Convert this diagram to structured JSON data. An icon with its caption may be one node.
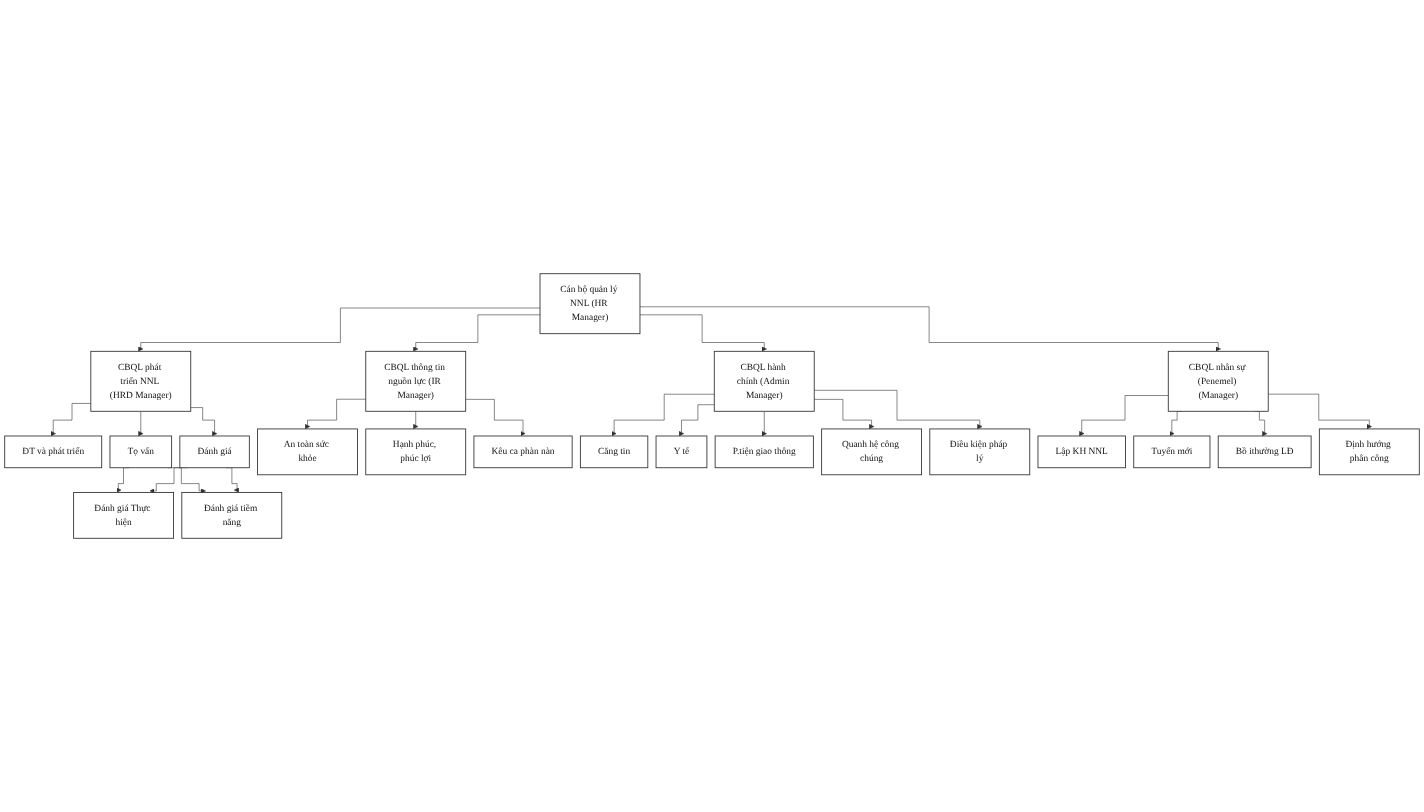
{
  "diagram": {
    "nodes": [
      {
        "text": [
          "Cán bộ quản lý NNL (HR Manager)"
        ]
      },
      {
        "text": [
          "CBQL hành chính (Admin Manager)"
        ]
      },
      {
        "text": [
          "CBQL phát triển NNL (HRD Manager)"
        ]
      },
      {
        "text": [
          "CBQL nhân sự (Penemel) (Manager)"
        ]
      },
      {
        "text": [
          "CBQL thông tin nguồn lực (IR Manager)"
        ]
      },
      {
        "text": [
          "ĐT và phát triển"
        ]
      },
      {
        "text": [
          "Tọ vấn"
        ]
      },
      {
        "text": [
          "Đánh giá"
        ]
      },
      {
        "text": [
          "An toàn sức khỏe"
        ]
      },
      {
        "text": [
          "Hạnh phúc, phúc lợi"
        ]
      },
      {
        "text": [
          "Kêu ca phàn nàn"
        ]
      },
      {
        "text": [
          "Đánh giá Thực hiện"
        ]
      },
      {
        "text": [
          "Đánh giá tiềm năng"
        ]
      },
      {
        "text": [
          "Căng tin"
        ]
      },
      {
        "text": [
          "Y tế"
        ]
      },
      {
        "text": [
          "P.tiện giao thông"
        ]
      },
      {
        "text": [
          "Quanh hệ công chúng"
        ]
      },
      {
        "text": [
          "Điều kiện pháp lý"
        ]
      },
      {
        "text": [
          "Lập KH NNL"
        ]
      },
      {
        "text": [
          "Tuyển mới"
        ]
      },
      {
        "text": [
          "Bồ ithường LĐ"
        ]
      },
      {
        "text": [
          "Định hướng phân công"
        ]
      }
    ],
    "edges": [
      {
        "from": 0,
        "to": 1,
        "arrow": "to"
      },
      {
        "from": 0,
        "to": 2,
        "arrow": "to"
      },
      {
        "from": 0,
        "to": 3,
        "arrow": "to"
      },
      {
        "from": 0,
        "to": 4,
        "arrow": "to"
      },
      {
        "from": 2,
        "to": 5,
        "arrow": "to"
      },
      {
        "from": 2,
        "to": 6,
        "arrow": "to"
      },
      {
        "from": 2,
        "to": 7,
        "arrow": "to"
      },
      {
        "from": 4,
        "to": 8,
        "arrow": "to"
      },
      {
        "from": 4,
        "to": 9,
        "arrow": "to"
      },
      {
        "from": 4,
        "to": 10,
        "arrow": "to"
      },
      {
        "from": 6,
        "to": 11,
        "arrow": "to"
      },
      {
        "from": 6,
        "to": 12,
        "arrow": "to"
      },
      {
        "from": 7,
        "to": 11,
        "arrow": "to"
      },
      {
        "from": 7,
        "to": 12,
        "arrow": "to"
      },
      {
        "from": 1,
        "to": 13,
        "arrow": "to"
      },
      {
        "from": 1,
        "to": 14,
        "arrow": "to"
      },
      {
        "from": 1,
        "to": 15,
        "arrow": "to"
      },
      {
        "from": 1,
        "to": 16,
        "arrow": "to"
      },
      {
        "from": 1,
        "to": 17,
        "arrow": "to"
      },
      {
        "from": 3,
        "to": 18,
        "arrow": "to"
      },
      {
        "from": 3,
        "to": 19,
        "arrow": "to"
      },
      {
        "from": 3,
        "to": 20,
        "arrow": "to"
      },
      {
        "from": 3,
        "to": 21,
        "arrow": "to"
      }
    ]
  }
}
